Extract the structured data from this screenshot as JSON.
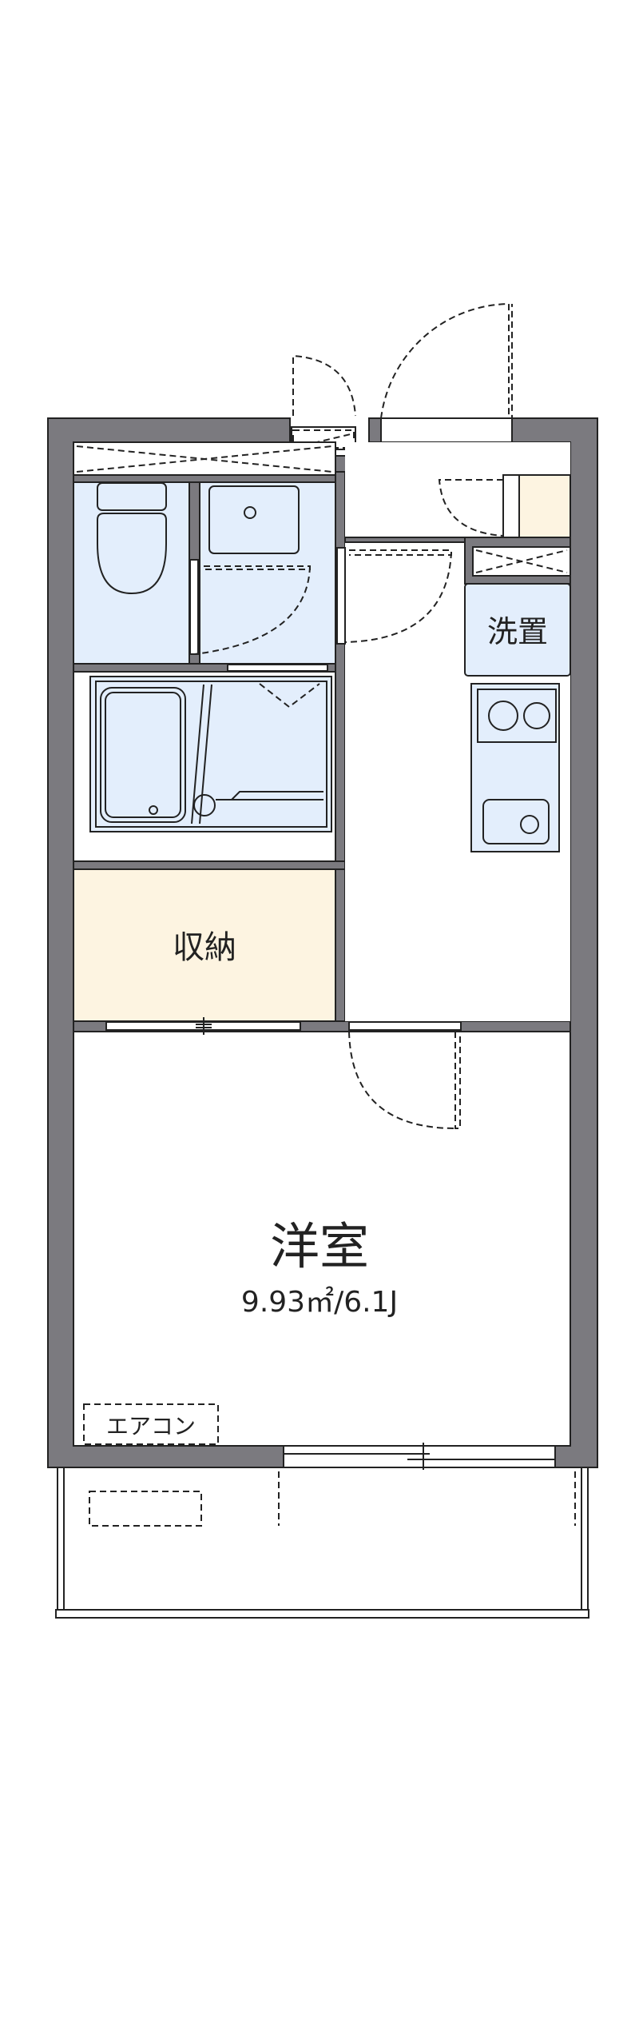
{
  "floorplan": {
    "rooms": {
      "western_room": {
        "label": "洋室",
        "area": "9.93㎡/6.1J"
      },
      "storage": {
        "label": "収納"
      },
      "washer": {
        "label": "洗置"
      },
      "aircon": {
        "label": "エアコン"
      }
    },
    "colors": {
      "wall": "#7b7a7f",
      "wet_area": "#e3eefc",
      "storage": "#fdf4e1",
      "line": "#222222"
    }
  }
}
